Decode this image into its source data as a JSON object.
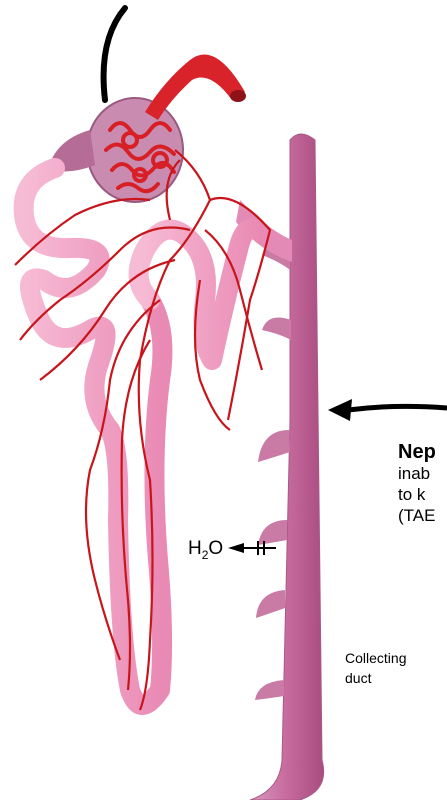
{
  "labels": {
    "callout_bold": "Nep",
    "callout_line1": "inab",
    "callout_line2": "to k",
    "callout_line3": "(TAE",
    "water_main": "H",
    "water_sub": "2",
    "water_end": "O",
    "collecting": "Collecting",
    "duct": "duct"
  },
  "colors": {
    "tubule": "#f4a6c6",
    "tubule_dark": "#d87aa6",
    "vessel": "#d81f26",
    "duct": "#c86b9c",
    "duct_light": "#e7a8c9",
    "capsule": "#b06a8e"
  }
}
